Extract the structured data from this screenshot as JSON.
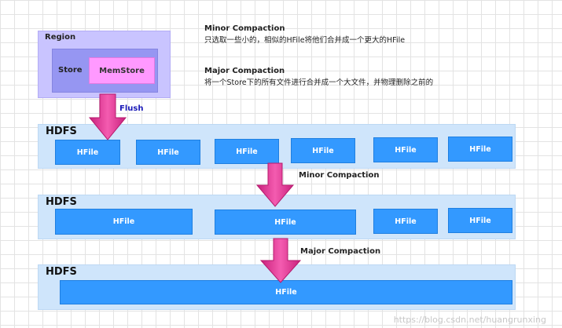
{
  "region": {
    "label": "Region"
  },
  "store": {
    "label": "Store"
  },
  "memstore": {
    "label": "MemStore"
  },
  "notes": {
    "minor": {
      "title": "Minor Compaction",
      "text": "只选取一些小的，相似的HFile将他们合并成一个更大的HFile"
    },
    "major": {
      "title": "Major Compaction",
      "text": "将一个Store下的所有文件进行合并成一个大文件，并物理删除之前的"
    }
  },
  "arrows": {
    "flush": {
      "label": "Flush"
    },
    "minor": {
      "label": "Minor Compaction"
    },
    "major": {
      "label": "Major Compaction"
    }
  },
  "hdfs_blocks": [
    {
      "label": "HDFS",
      "files": [
        "HFile",
        "HFile",
        "HFile",
        "HFile",
        "HFile",
        "HFile"
      ]
    },
    {
      "label": "HDFS",
      "files": [
        "HFile",
        "HFile",
        "HFile",
        "HFile"
      ]
    },
    {
      "label": "HDFS",
      "files": [
        "HFile"
      ]
    }
  ],
  "watermark": "https://blog.csdn.net/huangrunxing",
  "colors": {
    "arrow": "#e8389a",
    "hfile": "#3399ff",
    "hdfs": "#cfe5fb",
    "memstore": "#ff99ff",
    "store": "#9696f2",
    "region": "#c9c4ff"
  }
}
